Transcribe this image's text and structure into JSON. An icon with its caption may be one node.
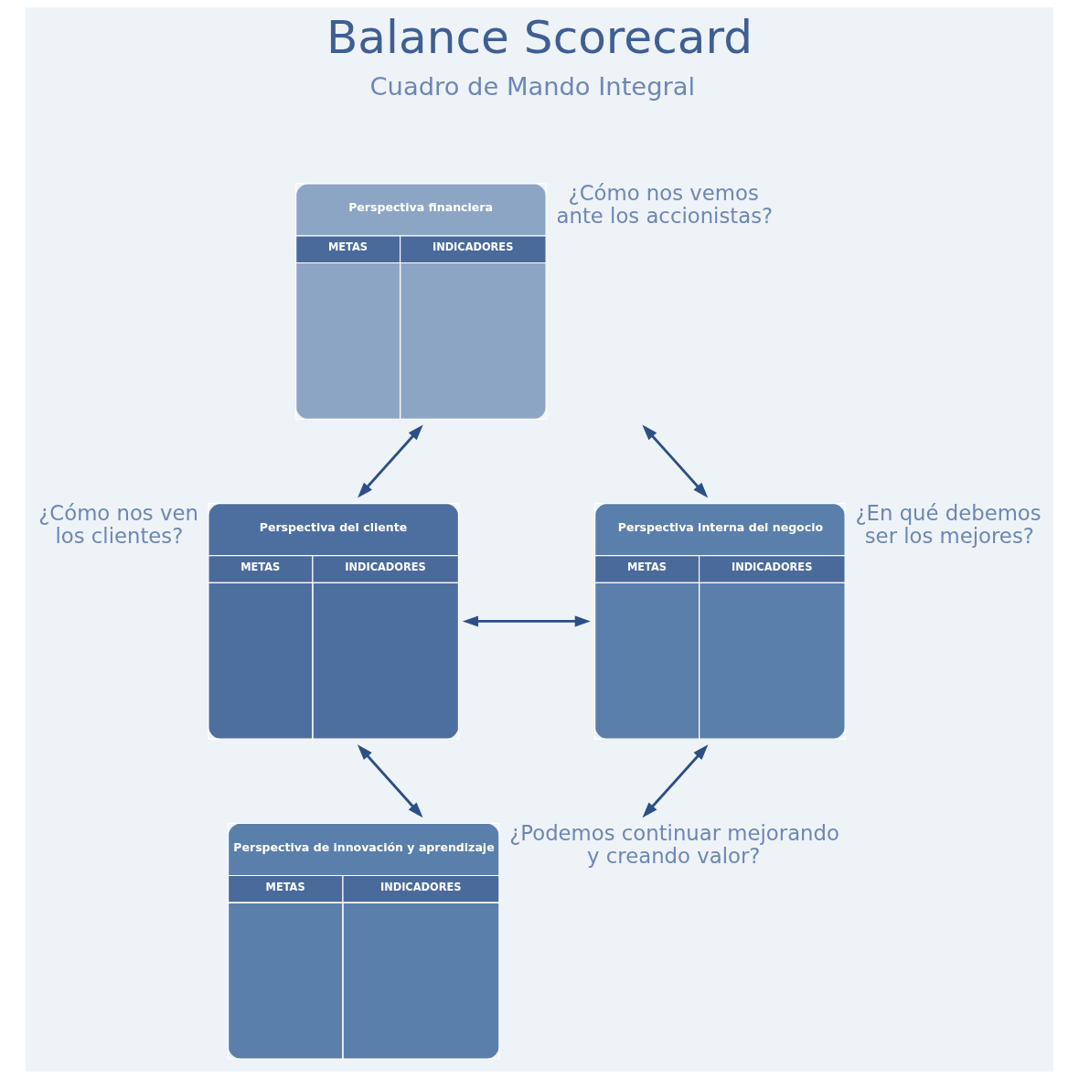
{
  "diagram": {
    "title": "Balance Scorecard",
    "nodes": [
      {
        "text": [
          "Perspectiva financiera",
          "METAS",
          "INDICADORES"
        ],
        "beside": [
          "¿Cómo nos vemos ante los accionistas?"
        ]
      },
      {
        "text": [
          "Perspectiva del cliente",
          "METAS",
          "INDICADORES"
        ],
        "beside": [
          "¿Cómo nos ven los clientes?"
        ]
      },
      {
        "text": [
          "Perspectiva interna del negocio",
          "METAS",
          "INDICADORES"
        ],
        "beside": [
          "¿En qué debemos ser los mejores?"
        ]
      },
      {
        "text": [
          "Perspectiva de innovación y aprendizaje",
          "METAS",
          "INDICADORES"
        ],
        "beside": [
          "¿Podemos continuar mejorando y creando valor?"
        ]
      }
    ],
    "edges": [
      {
        "from": 0,
        "to": 1,
        "arrow": "both"
      },
      {
        "from": 0,
        "to": 2,
        "arrow": "both"
      },
      {
        "from": 1,
        "to": 2,
        "arrow": "both"
      },
      {
        "from": 1,
        "to": 3,
        "arrow": "both"
      },
      {
        "from": 2,
        "to": 3,
        "arrow": "both"
      }
    ],
    "labels": [
      "Cuadro de Mando Integral"
    ]
  }
}
